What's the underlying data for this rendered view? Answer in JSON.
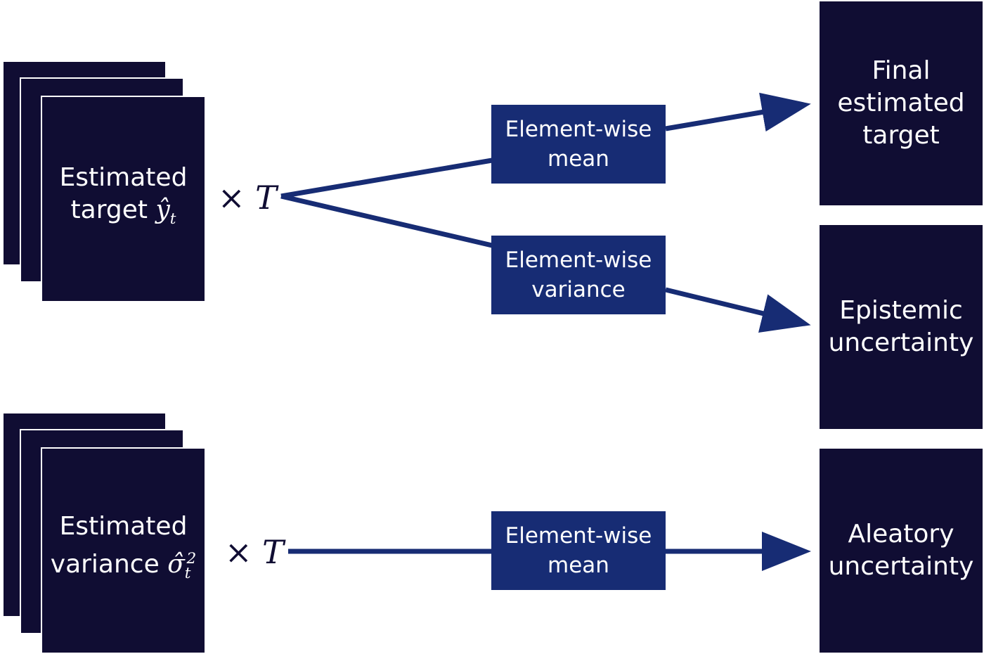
{
  "colors": {
    "card_fill": "#100d33",
    "operation_fill": "#172c74",
    "arrow": "#172c74",
    "text_light": "#ffffff",
    "text_dark": "#100d33"
  },
  "inputs": {
    "target": {
      "label": "Estimated",
      "label2": "target",
      "symbol_base": "ŷ",
      "symbol_sub": "t",
      "multiplier_symbol": "×",
      "multiplier_var": "T"
    },
    "variance": {
      "label": "Estimated",
      "label2": "variance",
      "symbol_base": "σ̂",
      "symbol_sub": "t",
      "symbol_sup": "2",
      "multiplier_symbol": "×",
      "multiplier_var": "T"
    }
  },
  "operations": {
    "mean_top": {
      "line1": "Element-wise",
      "line2": "mean"
    },
    "variance": {
      "line1": "Element-wise",
      "line2": "variance"
    },
    "mean_bottom": {
      "line1": "Element-wise",
      "line2": "mean"
    }
  },
  "outputs": {
    "final_target": {
      "line1": "Final",
      "line2": "estimated",
      "line3": "target"
    },
    "epistemic": {
      "line1": "Epistemic",
      "line2": "uncertainty"
    },
    "aleatory": {
      "line1": "Aleatory",
      "line2": "uncertainty"
    }
  }
}
